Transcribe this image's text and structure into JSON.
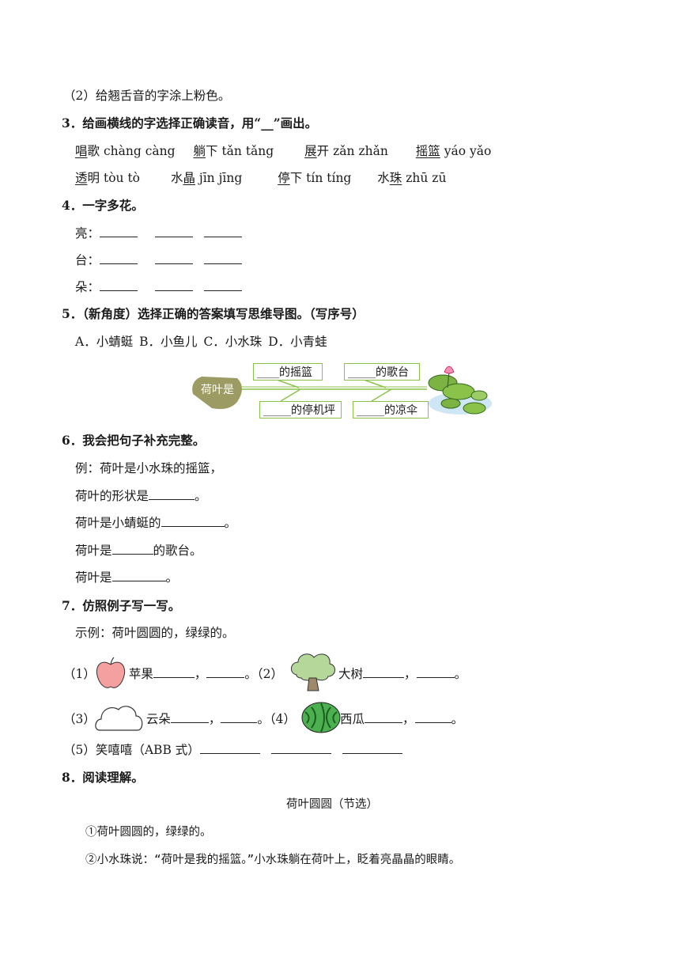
{
  "q2_sub": "（2）给翘舌音的字涂上粉色。",
  "q3": {
    "title": "3．给画横线的字选择正确读音，用“__”画出。",
    "row1": [
      {
        "ch": "唱",
        "rest": "歌",
        "py": "chàng càng"
      },
      {
        "ch": "躺",
        "rest": "下",
        "py": "tǎn  tǎng"
      },
      {
        "ch": "展",
        "rest": "开",
        "py": "zǎn  zhǎn"
      },
      {
        "ch": "摇",
        "rest": "篮",
        "py": "yáo  yǎo"
      }
    ],
    "row2": [
      {
        "pre": "",
        "ch": "透",
        "rest": "明",
        "py": "tòu tò"
      },
      {
        "pre": "水",
        "ch": "晶",
        "rest": "",
        "py": "jīn  jīng"
      },
      {
        "pre": "",
        "ch": "停",
        "rest": "下",
        "py": "tín  tíng"
      },
      {
        "pre": "水",
        "ch": "珠",
        "rest": "",
        "py": "zhū  zū"
      }
    ]
  },
  "q4": {
    "title": "4．一字多花。",
    "chars": [
      "亮：",
      "台：",
      "朵："
    ]
  },
  "q5": {
    "title": "5．（新角度）选择正确的答案填写思维导图。（写序号）",
    "options": "A．小蜻蜓    B．小鱼儿    C．小水珠    D．小青蛙",
    "center": "荷叶是",
    "boxes": [
      "____的摇篮",
      "_____的歌台",
      "_____的停机坪",
      "_____的凉伞"
    ]
  },
  "q6": {
    "title": "6．我会把句子补充完整。",
    "example": "例：荷叶是小水珠的摇篮，",
    "s1a": "荷叶的形状是",
    "s1b": "。",
    "s2a": "荷叶是小蜻蜓的",
    "s2b": "。",
    "s3a": "荷叶是",
    "s3b": "的歌台。",
    "s4a": "荷叶是",
    "s4b": "。"
  },
  "q7": {
    "title": "7．仿照例子写一写。",
    "example": "示例：荷叶圆圆的，绿绿的。",
    "n1": "（1）",
    "w1": "苹果",
    "n2": "。（2）",
    "w2": "大树",
    "n3": "（3）",
    "w3": "云朵",
    "n4": "。（4）",
    "w4": "西瓜",
    "comma": "，",
    "end": "。",
    "n5": "（5）笑嘻嘻（ABB 式）"
  },
  "q8": {
    "title": "8．阅读理解。",
    "passage_title": "荷叶圆圆（节选）",
    "p1": "①荷叶圆圆的，绿绿的。",
    "p2": "②小水珠说：“荷叶是我的摇篮。”小水珠躺在荷叶上，眨着亮晶晶的眼睛。"
  }
}
